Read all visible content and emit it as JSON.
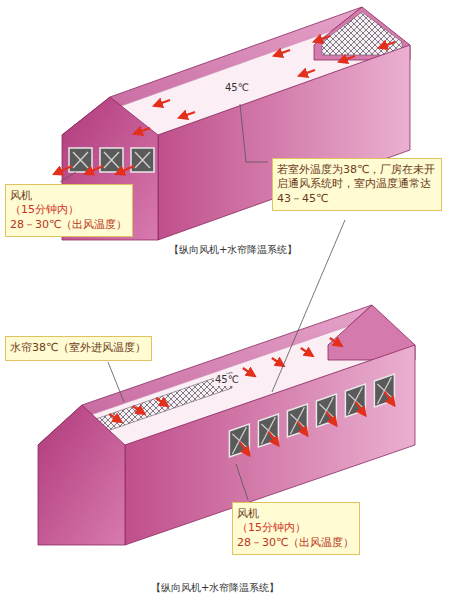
{
  "diagram": {
    "nodes": [
      {
        "text": [
          "风机",
          "（15分钟内）",
          "28－30℃（出风温度）"
        ]
      },
      {
        "text": [
          "若室外温度为38℃，厂房在未开启通风系统时，室内温度通常达43－45℃"
        ]
      },
      {
        "text": [
          "水帘38℃（室外进风温度）"
        ]
      },
      {
        "text": [
          "风机",
          "（15分钟内）",
          "28－30℃（出风温度）"
        ]
      }
    ],
    "edges": [],
    "labels": [
      "45℃",
      "【纵向风机+水帘降温系统】",
      "45℃",
      "【纵向风机+水帘降温系统】"
    ]
  }
}
